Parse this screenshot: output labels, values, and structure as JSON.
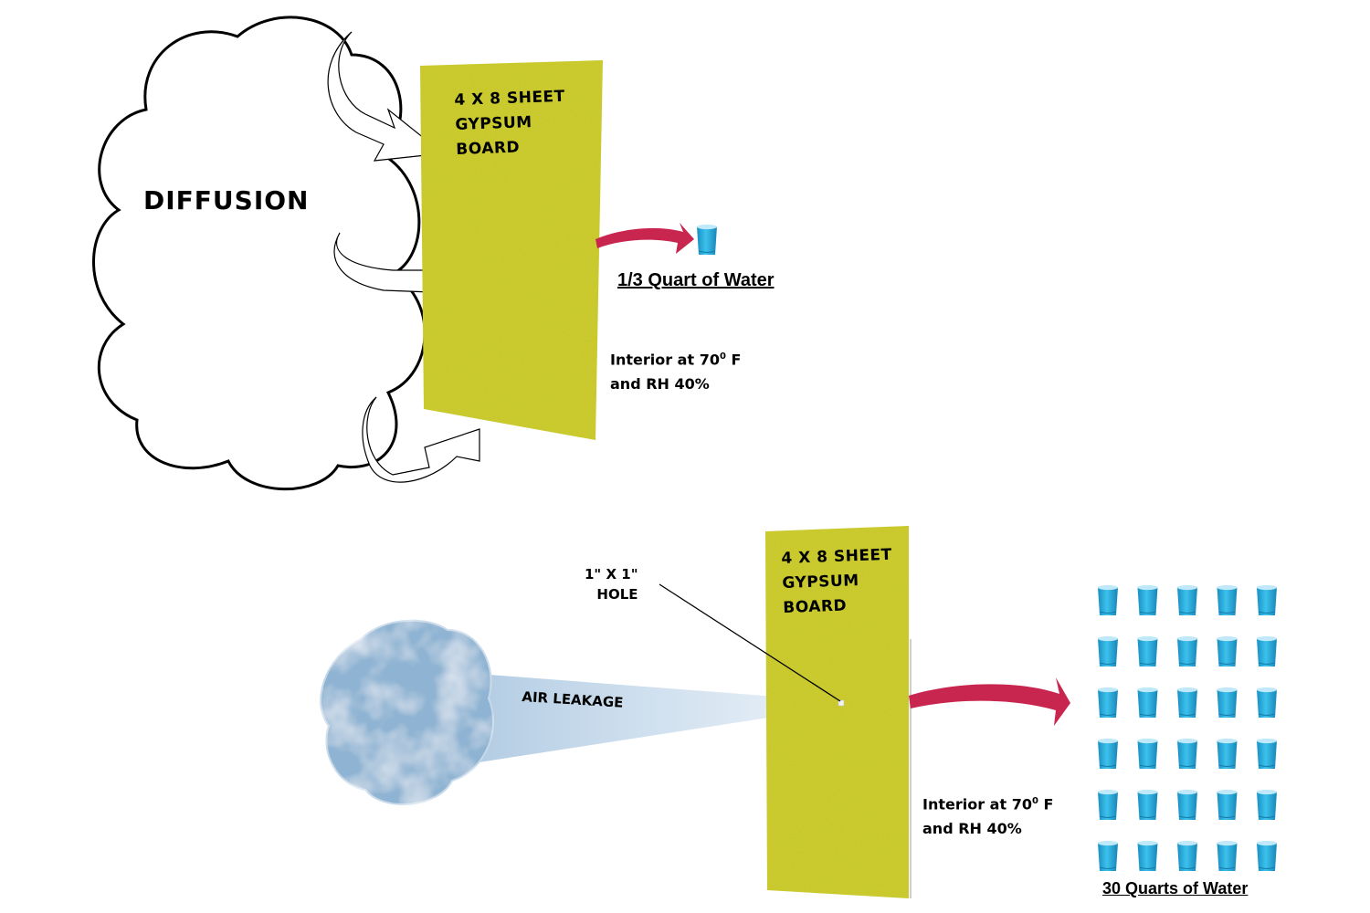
{
  "diffusion_panel": {
    "cloud_label": "DIFFUSION",
    "board_label_lines": [
      "4 X 8 SHEET",
      "GYPSUM",
      "BOARD"
    ],
    "water_caption": "1/3 Quart of Water",
    "condition_line1_prefix": "Interior at 70",
    "condition_degree": "0",
    "condition_line1_suffix": " F",
    "condition_line2": "and RH 40%",
    "container_count": 1
  },
  "leakage_panel": {
    "stream_label": "AIR LEAKAGE",
    "hole_label_lines": [
      "1\" X 1\"",
      "HOLE"
    ],
    "board_label_lines": [
      "4 X 8 SHEET",
      "GYPSUM",
      "BOARD"
    ],
    "condition_line1_prefix": "Interior at 70",
    "condition_degree": "0",
    "condition_line1_suffix": " F",
    "condition_line2": "and RH 40%",
    "water_caption": "30 Quarts of Water",
    "container_count": 30,
    "container_grid": {
      "rows": 6,
      "columns": 5
    }
  },
  "colors": {
    "board": "#c9c92a",
    "board_speckle": "#a8a818",
    "arrow": "#c8254f",
    "water": "#2aa9d6",
    "air_cloud": "#8fb4d3"
  },
  "icons": {
    "cloud": "diffusion-cloud-outline",
    "curved_arrows": "swirl-arrow-icon",
    "transfer_arrow": "curved-arrow-icon",
    "container": "water-cup-icon",
    "air_mass": "air-cloud-icon"
  }
}
